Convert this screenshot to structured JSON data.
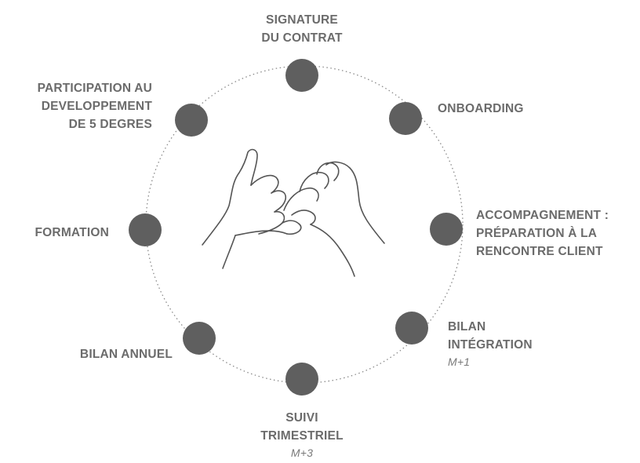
{
  "colors": {
    "node": "#5f5f5f",
    "ring": "#8a8a8a",
    "text": "#6b6b6b",
    "hands": "#555555"
  },
  "illustration": {
    "icon": "pinky-promise-hands-icon"
  },
  "steps": [
    {
      "lines": [
        "SIGNATURE",
        "DU CONTRAT"
      ],
      "sub": ""
    },
    {
      "lines": [
        "ONBOARDING"
      ],
      "sub": ""
    },
    {
      "lines": [
        "ACCOMPAGNEMENT :",
        "PRÉPARATION À LA",
        "RENCONTRE CLIENT"
      ],
      "sub": ""
    },
    {
      "lines": [
        "BILAN",
        "INTÉGRATION"
      ],
      "sub": "M+1"
    },
    {
      "lines": [
        "SUIVI",
        "TRIMESTRIEL"
      ],
      "sub": "M+3"
    },
    {
      "lines": [
        "BILAN ANNUEL"
      ],
      "sub": ""
    },
    {
      "lines": [
        "FORMATION"
      ],
      "sub": ""
    },
    {
      "lines": [
        "PARTICIPATION AU",
        "DEVELOPPEMENT",
        "DE 5 DEGRES"
      ],
      "sub": ""
    }
  ]
}
